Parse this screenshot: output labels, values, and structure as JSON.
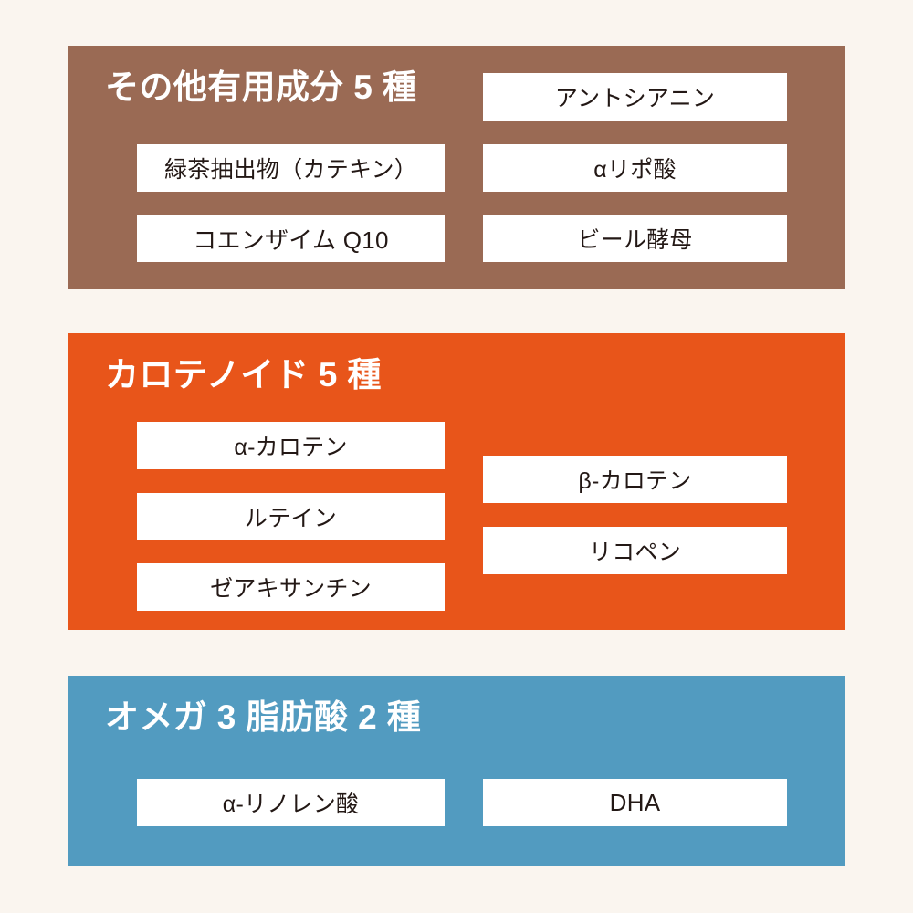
{
  "background_color": "#faf5ef",
  "sections": [
    {
      "id": "other-useful-ingredients",
      "title": "その他有用成分 5 種",
      "color": "#9a6a54",
      "left_items": [
        {
          "label": "緑茶抽出物（カテキン）"
        },
        {
          "label": "コエンザイム Q10"
        }
      ],
      "right_items": [
        {
          "label": "アントシアニン"
        },
        {
          "label": "αリポ酸"
        },
        {
          "label": "ビール酵母"
        }
      ]
    },
    {
      "id": "carotenoids",
      "title": "カロテノイド 5 種",
      "color": "#e8551a",
      "left_items": [
        {
          "label": "α-カロテン"
        },
        {
          "label": "ルテイン"
        },
        {
          "label": "ゼアキサンチン"
        }
      ],
      "right_items": [
        {
          "label": "β-カロテン"
        },
        {
          "label": "リコペン"
        }
      ]
    },
    {
      "id": "omega-3-fatty-acids",
      "title": "オメガ 3 脂肪酸 2 種",
      "color": "#529bc0",
      "left_items": [
        {
          "label": "α-リノレン酸"
        }
      ],
      "right_items": [
        {
          "label": "DHA"
        }
      ]
    }
  ]
}
